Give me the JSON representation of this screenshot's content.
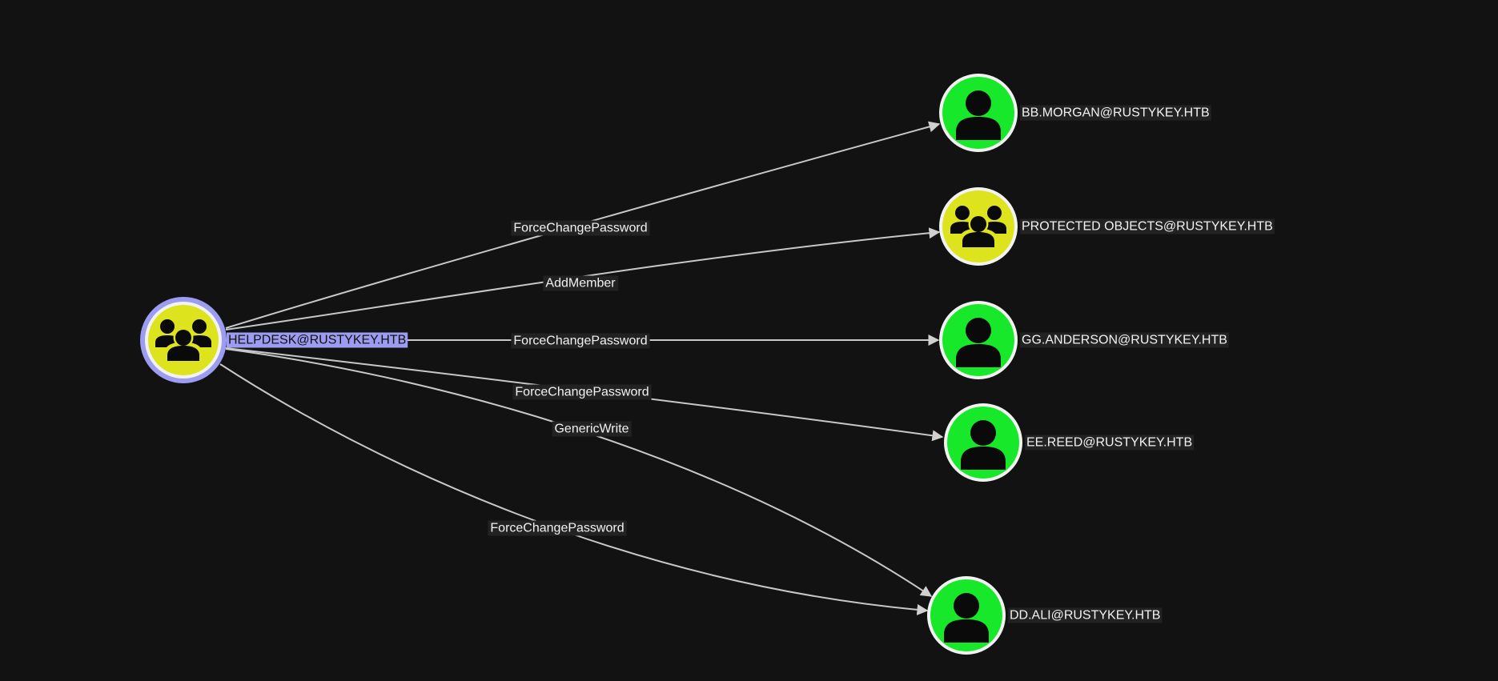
{
  "colors": {
    "background": "#121212",
    "group_fill": "#dde31c",
    "user_fill": "#18e82a",
    "node_ring": "#f2f2f2",
    "selected_ring": "#9c9cf2",
    "selected_label_bg": "#9c9cf2",
    "label_bg": "#222222",
    "edge": "#c8c8c8",
    "icon": "#0a0a0a"
  },
  "nodes": [
    {
      "id": "helpdesk",
      "label": "HELPDESK@RUSTYKEY.HTB",
      "kind": "group",
      "icon": "group-icon",
      "selected": true
    },
    {
      "id": "bbmorgan",
      "label": "BB.MORGAN@RUSTYKEY.HTB",
      "kind": "user",
      "icon": "user-icon",
      "selected": false
    },
    {
      "id": "protected",
      "label": "PROTECTED OBJECTS@RUSTYKEY.HTB",
      "kind": "group",
      "icon": "group-icon",
      "selected": false
    },
    {
      "id": "gganderson",
      "label": "GG.ANDERSON@RUSTYKEY.HTB",
      "kind": "user",
      "icon": "user-icon",
      "selected": false
    },
    {
      "id": "eereed",
      "label": "EE.REED@RUSTYKEY.HTB",
      "kind": "user",
      "icon": "user-icon",
      "selected": false
    },
    {
      "id": "ddali",
      "label": "DD.ALI@RUSTYKEY.HTB",
      "kind": "user",
      "icon": "user-icon",
      "selected": false
    }
  ],
  "edges": [
    {
      "from": "helpdesk",
      "to": "bbmorgan",
      "label": "ForceChangePassword"
    },
    {
      "from": "helpdesk",
      "to": "protected",
      "label": "AddMember"
    },
    {
      "from": "helpdesk",
      "to": "gganderson",
      "label": "ForceChangePassword"
    },
    {
      "from": "helpdesk",
      "to": "eereed",
      "label": "ForceChangePassword"
    },
    {
      "from": "helpdesk",
      "to": "ddali",
      "label": "GenericWrite"
    },
    {
      "from": "helpdesk",
      "to": "ddali",
      "label": "ForceChangePassword"
    }
  ]
}
